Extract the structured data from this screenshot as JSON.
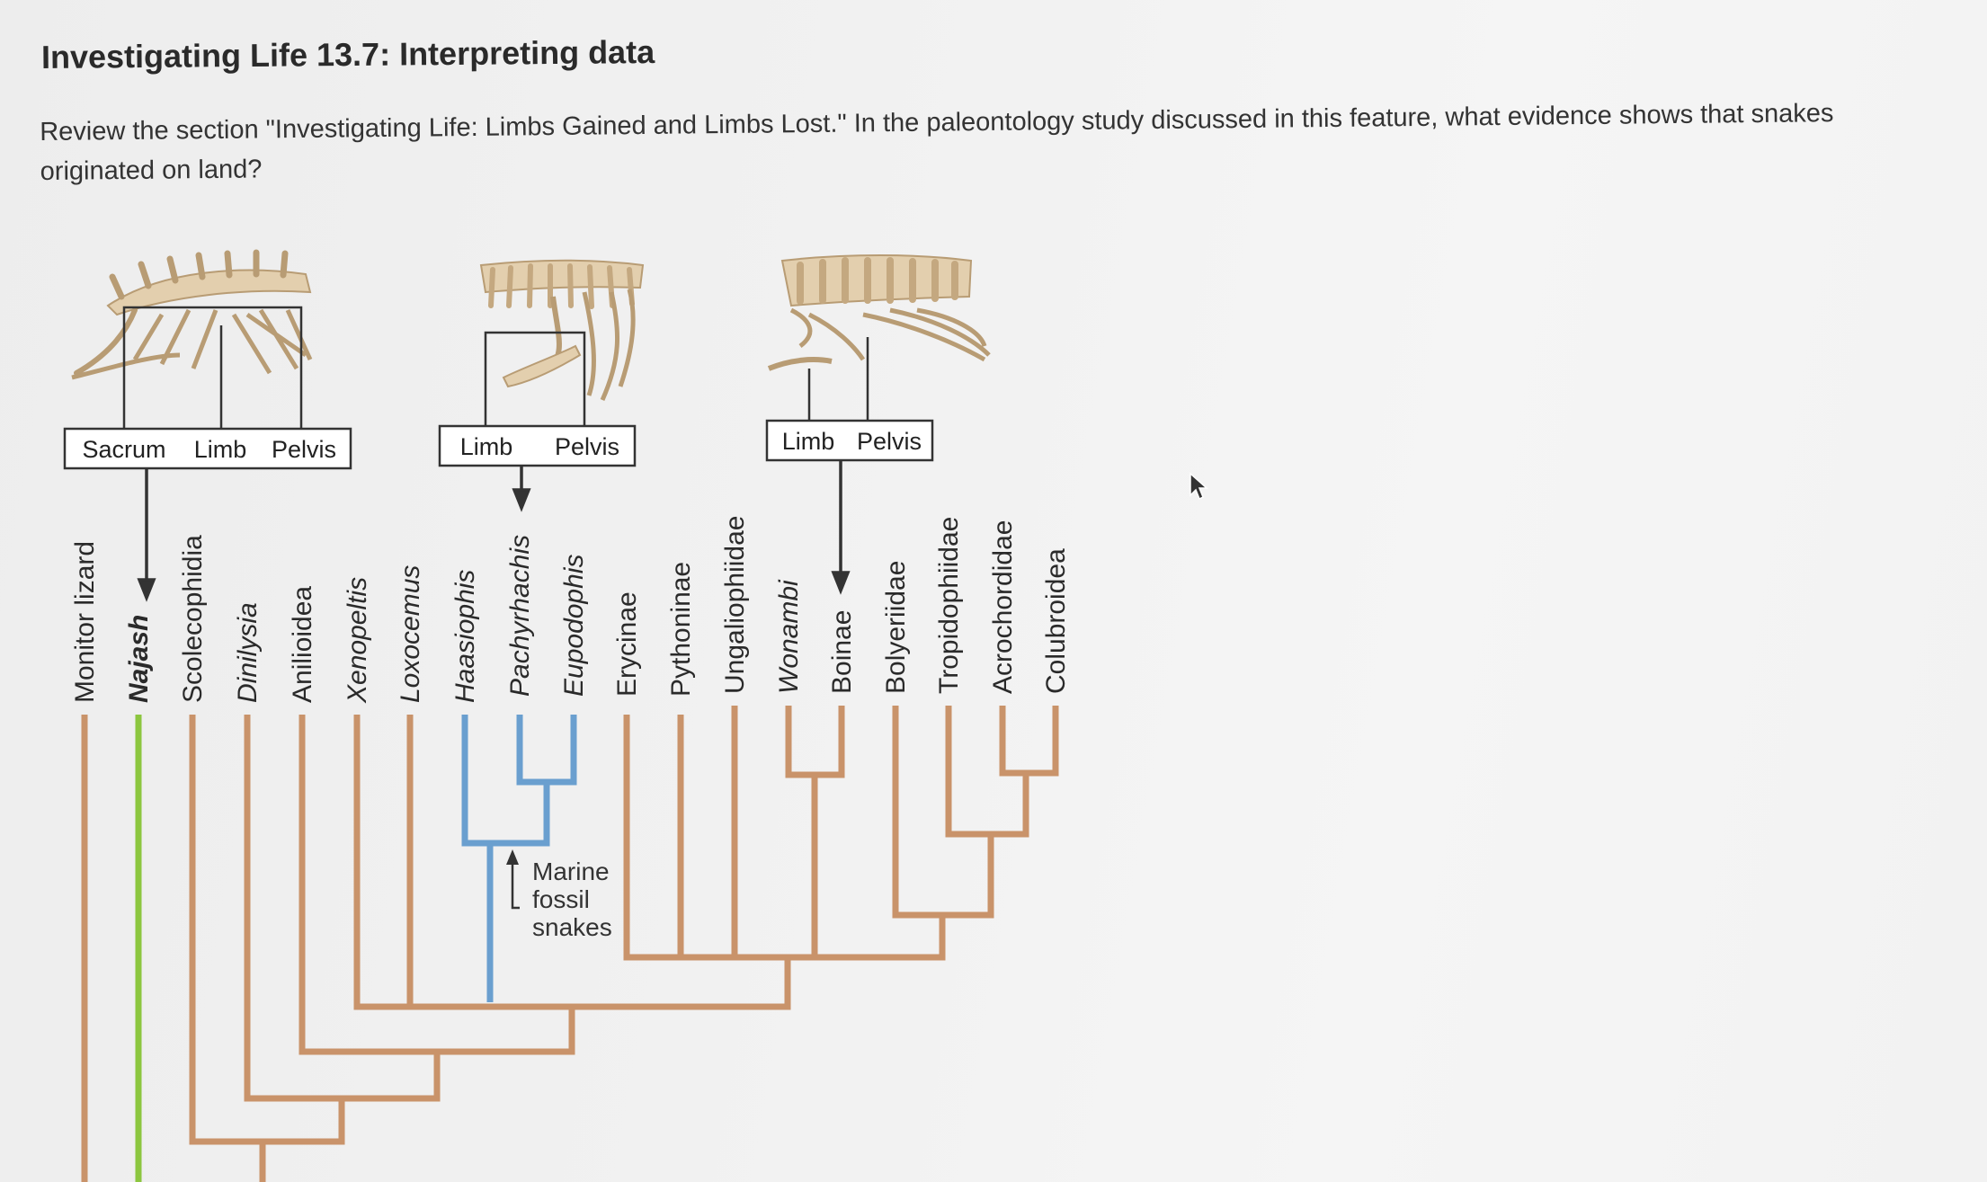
{
  "page": {
    "title": "Investigating Life 13.7: Interpreting data",
    "question": "Review the section \"Investigating Life: Limbs Gained and Limbs Lost.\" In the paleontology study discussed in this feature, what evidence shows that snakes originated on land?"
  },
  "figure": {
    "boxes": [
      {
        "labels": [
          "Sacrum",
          "Limb",
          "Pelvis"
        ]
      },
      {
        "labels": [
          "Limb",
          "Pelvis"
        ]
      },
      {
        "labels": [
          "Limb",
          "Pelvis"
        ]
      }
    ],
    "taxa": [
      {
        "name": "Monitor lizard",
        "italic": false,
        "bold": false,
        "color": "#c9936a"
      },
      {
        "name": "Najash",
        "italic": true,
        "bold": true,
        "color": "#8cc63f"
      },
      {
        "name": "Scolecophidia",
        "italic": false,
        "bold": false,
        "color": "#c9936a"
      },
      {
        "name": "Dinilysia",
        "italic": true,
        "bold": false,
        "color": "#c9936a"
      },
      {
        "name": "Anilioidea",
        "italic": false,
        "bold": false,
        "color": "#c9936a"
      },
      {
        "name": "Xenopeltis",
        "italic": true,
        "bold": false,
        "color": "#c9936a"
      },
      {
        "name": "Loxocemus",
        "italic": true,
        "bold": false,
        "color": "#c9936a"
      },
      {
        "name": "Haasiophis",
        "italic": true,
        "bold": false,
        "color": "#6a9fcf"
      },
      {
        "name": "Pachyrhachis",
        "italic": true,
        "bold": false,
        "color": "#6a9fcf"
      },
      {
        "name": "Eupodophis",
        "italic": true,
        "bold": false,
        "color": "#6a9fcf"
      },
      {
        "name": "Erycinae",
        "italic": false,
        "bold": false,
        "color": "#c9936a"
      },
      {
        "name": "Pythoninae",
        "italic": false,
        "bold": false,
        "color": "#c9936a"
      },
      {
        "name": "Ungaliophiidae",
        "italic": false,
        "bold": false,
        "color": "#c9936a"
      },
      {
        "name": "Wonambi",
        "italic": true,
        "bold": false,
        "color": "#c9936a"
      },
      {
        "name": "Boinae",
        "italic": false,
        "bold": false,
        "color": "#c9936a"
      },
      {
        "name": "Bolyeriidae",
        "italic": false,
        "bold": false,
        "color": "#c9936a"
      },
      {
        "name": "Tropidophiidae",
        "italic": false,
        "bold": false,
        "color": "#c9936a"
      },
      {
        "name": "Acrochordidae",
        "italic": false,
        "bold": false,
        "color": "#c9936a"
      },
      {
        "name": "Colubroidea",
        "italic": false,
        "bold": false,
        "color": "#c9936a"
      }
    ],
    "annotation": {
      "lines": [
        "Marine",
        "fossil",
        "snakes"
      ]
    },
    "colors": {
      "terrestrial": "#c9936a",
      "najash": "#8cc63f",
      "marine": "#6a9fcf",
      "bone": "#e3cfae"
    }
  }
}
